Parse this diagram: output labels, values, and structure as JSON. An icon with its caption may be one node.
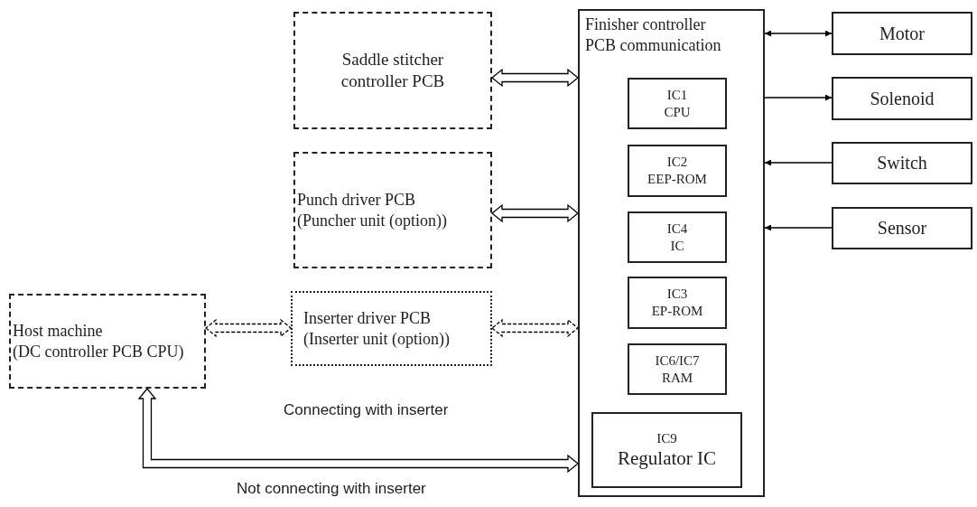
{
  "diagram": {
    "nodes": [
      {
        "text": [
          "Saddle stitcher controller PCB"
        ]
      },
      {
        "text": [
          "Punch driver PCB",
          "(Puncher unit (option))"
        ]
      },
      {
        "text": [
          "Host machine",
          "(DC controller PCB CPU)"
        ]
      },
      {
        "text": [
          "Inserter driver PCB",
          "(Inserter unit (option))"
        ],
        "beside": [
          "Connecting with inserter"
        ]
      },
      {
        "text": [
          "Finisher controller PCB communication"
        ]
      },
      {
        "text": [
          "IC1",
          "CPU"
        ],
        "in": 4
      },
      {
        "text": [
          "IC2",
          "EEP-ROM"
        ],
        "in": 4
      },
      {
        "text": [
          "IC4",
          "IC"
        ],
        "in": 4
      },
      {
        "text": [
          "IC3",
          "EP-ROM"
        ],
        "in": 4
      },
      {
        "text": [
          "IC6/IC7",
          "RAM"
        ],
        "in": 4
      },
      {
        "text": [
          "IC9",
          "Regulator IC"
        ],
        "in": 4
      },
      {
        "text": [
          "Motor"
        ]
      },
      {
        "text": [
          "Solenoid"
        ]
      },
      {
        "text": [
          "Switch"
        ]
      },
      {
        "text": [
          "Sensor"
        ]
      }
    ],
    "edges": [
      {
        "from": 0,
        "to": 4,
        "arrow": "both",
        "style": "thick"
      },
      {
        "from": 1,
        "to": 4,
        "arrow": "both",
        "style": "thick"
      },
      {
        "from": 2,
        "to": 3,
        "arrow": "both",
        "style": "dashed"
      },
      {
        "from": 3,
        "to": 4,
        "arrow": "both",
        "style": "dashed"
      },
      {
        "from": 2,
        "to": 4,
        "arrow": "both",
        "style": "thick",
        "label": "Not connecting with inserter"
      },
      {
        "from": 4,
        "to": 11,
        "arrow": "both"
      },
      {
        "from": 4,
        "to": 12,
        "arrow": "to"
      },
      {
        "from": 13,
        "to": 4,
        "arrow": "to"
      },
      {
        "from": 14,
        "to": 4,
        "arrow": "to"
      }
    ]
  }
}
